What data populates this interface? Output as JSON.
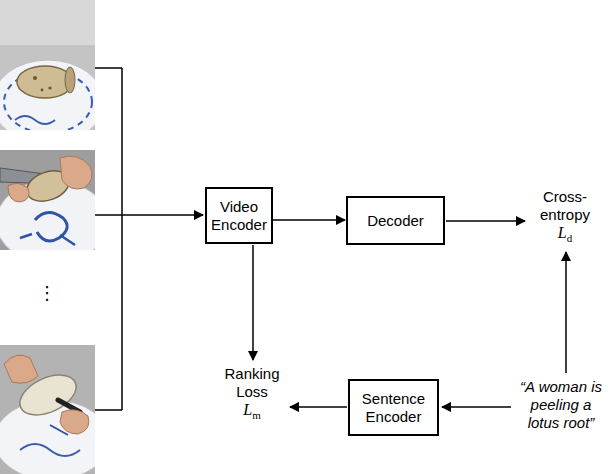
{
  "diagram": {
    "nodes": [
      {
        "text": [
          "Video Encoder"
        ]
      },
      {
        "text": [
          "Decoder"
        ]
      },
      {
        "text": [
          "Sentence Encoder"
        ]
      }
    ],
    "edges": [
      {
        "from": 0,
        "to": 1,
        "arrow": "to"
      }
    ],
    "labels": [
      "⋮",
      "Cross- entropy",
      "L",
      "d",
      "Ranking Loss",
      "L",
      "m",
      "“A woman is peeling a lotus root”"
    ]
  }
}
